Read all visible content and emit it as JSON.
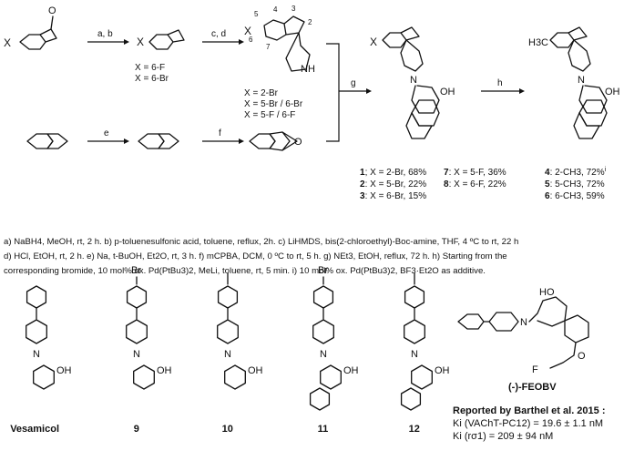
{
  "scheme": {
    "start_labels": {
      "x_sub": "X"
    },
    "step_labels": {
      "ab": "a, b",
      "cd": "c, d",
      "e": "e",
      "f": "f",
      "g": "g",
      "h": "h"
    },
    "indene_x_values": [
      "X = 6-F",
      "X = 6-Br"
    ],
    "spiro_x_values": [
      "X = 2-Br",
      "X = 5-Br / 6-Br",
      "X = 5-F / 6-F"
    ],
    "spiro_locants": {
      "p2": "2",
      "p3": "3",
      "p4": "4",
      "p5": "5",
      "p6": "6",
      "p7": "7",
      "nh": "NH"
    },
    "atom_labels": {
      "o": "O",
      "n": "N",
      "oh": "OH",
      "x": "X",
      "h3c": "H3C",
      "f": "F",
      "ho": "HO"
    },
    "products_left": [
      {
        "num": "1",
        "text": "; X = 2-Br, 68%"
      },
      {
        "num": "2",
        "text": ": X = 5-Br, 22%"
      },
      {
        "num": "3",
        "text": ": X = 6-Br, 15%"
      }
    ],
    "products_mid": [
      {
        "num": "7",
        "text": ": X = 5-F, 36%"
      },
      {
        "num": "8",
        "text": ": X = 6-F, 22%"
      }
    ],
    "products_right": [
      {
        "num": "4",
        "text": ": 2-CH3, 72%",
        "note": "i"
      },
      {
        "num": "5",
        "text": ": 5-CH3, 72%"
      },
      {
        "num": "6",
        "text": ": 6-CH3, 59%"
      }
    ]
  },
  "conditions": [
    "a) NaBH4, MeOH, rt, 2 h. b) p-toluenesulfonic acid, toluene, reflux, 2h. c) LiHMDS, bis(2-chloroethyl)-Boc-amine, THF, 4 ºC to rt, 22 h",
    "d) HCl, EtOH, rt, 2 h. e) Na, t-BuOH, Et2O, rt, 3 h. f) mCPBA, DCM, 0 ºC to rt, 5 h. g) NEt3, EtOH, reflux, 72 h. h) Starting from the",
    "corresponding bromide, 10 mol% ox. Pd(PtBu3)2, MeLi, toluene, rt, 5 min. i) 10 mol% ox. Pd(PtBu3)2, BF3·Et2O as additive."
  ],
  "compounds": [
    {
      "label": "Vesamicol",
      "substituent": ""
    },
    {
      "label": "9",
      "substituent": "Br"
    },
    {
      "label": "10",
      "substituent": ""
    },
    {
      "label": "11",
      "substituent": "Br"
    },
    {
      "label": "12",
      "substituent": ""
    }
  ],
  "feobv": {
    "name": "(-)-FEOBV",
    "reported": "Reported by Barthel et al. 2015 :",
    "ki1": "Ki (VAChT-PC12)  = 19.6 ± 1.1 nM",
    "ki2": "Ki (rσ1) = 209 ± 94 nM"
  }
}
